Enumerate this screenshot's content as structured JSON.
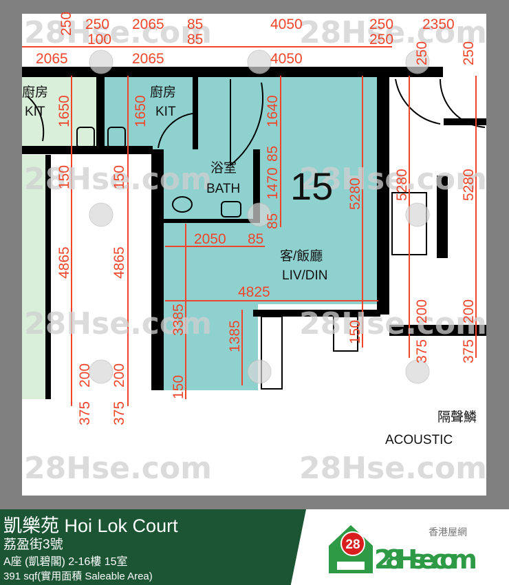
{
  "plan": {
    "unit_number": "15",
    "rooms": {
      "kitchen_zh": "廚房",
      "kitchen_en": "KIT",
      "bath_zh": "浴室",
      "bath_en": "BATH",
      "living_zh": "客/飯廳",
      "living_en": "LIV/DIN",
      "acoustic_zh": "隔聲鱗",
      "acoustic_en": "ACOUSTIC"
    },
    "watermark": "28Hse.com",
    "watermark_badge": "28",
    "dims": [
      "250",
      "250",
      "2065",
      "85",
      "4050",
      "250",
      "2350",
      "100",
      "85",
      "250",
      "2065",
      "2065",
      "4050",
      "250",
      "250",
      "1650",
      "1650",
      "1640",
      "85",
      "1470",
      "85",
      "5280",
      "5280",
      "5280",
      "150",
      "150",
      "4865",
      "4865",
      "2050",
      "85",
      "4825",
      "3385",
      "1385",
      "150",
      "200",
      "200",
      "375",
      "375",
      "200",
      "200",
      "375",
      "375",
      "150"
    ],
    "colors": {
      "unit": "#8fd1cf",
      "neighbor": "#d9efd9",
      "dimension": "#f0452b",
      "wall": "#000000"
    }
  },
  "footer": {
    "title": "凱樂苑 Hoi Lok Court",
    "address": "荔盈街3號",
    "unit": "A座 (凱碧閣) 2-16樓 15室",
    "area": "391 sqf(實用面積 Saleable Area)",
    "logo_zh": "香港屋網",
    "logo_badge": "28",
    "logo_text": "28Hse.com",
    "colors": {
      "panel": "#1b5533",
      "logo_green": "#2e9a45",
      "badge_red": "#d81e1e"
    }
  }
}
